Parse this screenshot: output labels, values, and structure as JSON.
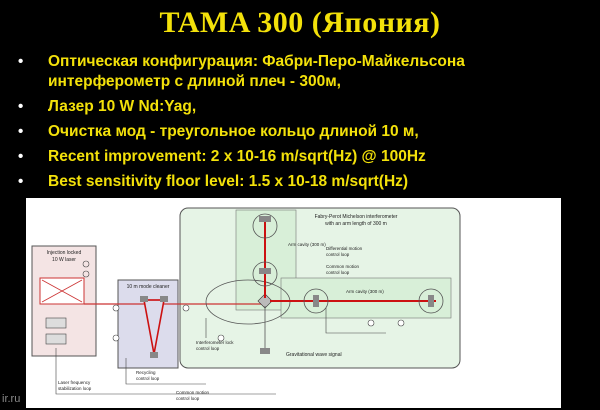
{
  "slide": {
    "title": "TAMA 300 (Япония)",
    "bullets": [
      {
        "line1": "Оптическая конфигурация: Фабри-Перо-Майкельсона",
        "line2": "интерферометр с длиной плеч - 300м,"
      },
      {
        "line1": "Лазер 10 W Nd:Yag,",
        "line2": ""
      },
      {
        "line1": "Очистка мод - треугольное кольцо длиной 10 м,",
        "line2": ""
      },
      {
        "line1": "Recent improvement: 2 x 10-16 m/sqrt(Hz) @ 100Hz",
        "line2": ""
      },
      {
        "line1": "Best sensitivity floor level: 1.5 x 10-18 m/sqrt(Hz)",
        "line2": ""
      }
    ],
    "bullet_symbol": "•",
    "colors": {
      "background": "#000000",
      "title": "#f3e10a",
      "text": "#f3e10a",
      "bullet": "#ffffff"
    }
  },
  "diagram": {
    "labels": {
      "laser_box": "Injection locked",
      "laser_power": "10 W laser",
      "mode_cleaner": "10 m mode cleaner",
      "fp_box": "Fabry-Perot Michelson interferometer",
      "fp_sub": "with an arm length of 300 m",
      "arm_len_1": "Arm cavity (300 m)",
      "arm_len_2": "Arm cavity (300 m)",
      "diff_mode": "Differential motion",
      "diff_mode2": "control loop",
      "comm_mode": "Common motion",
      "comm_mode2": "control loop",
      "gw_signal": "Gravitational wave signal",
      "freq_loop": "Laser frequency",
      "freq_loop2": "stabilization loop",
      "inter_loop": "Interferometer lock",
      "inter_loop2": "control loop",
      "common_mode": "Common motion",
      "common_mode2": "control loop",
      "rec_loop": "Recycling",
      "rec_loop2": "control loop"
    }
  },
  "footer": {
    "watermark": "ir.ru"
  }
}
